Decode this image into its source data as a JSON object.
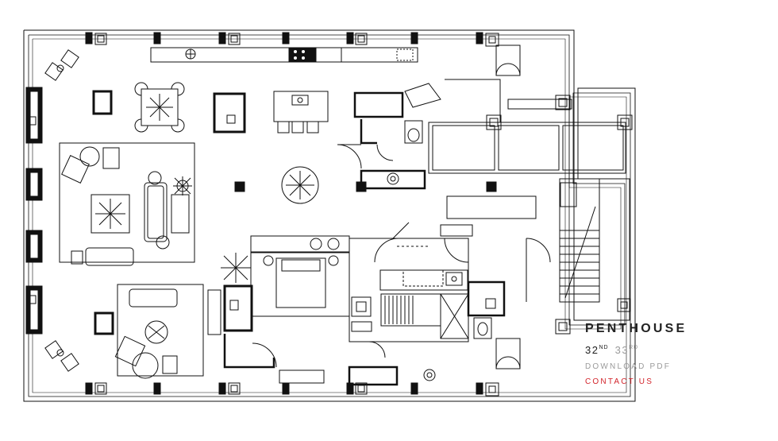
{
  "plan": {
    "name": "penthouse-floor-plan",
    "colors": {
      "ink": "#111111",
      "paper": "#ffffff",
      "accent": "#d2232a",
      "muted": "#9a9a9a"
    }
  },
  "panel": {
    "title": "PENTHOUSE",
    "floors": [
      {
        "num": "32",
        "suffix": "ND",
        "active": true
      },
      {
        "num": "33",
        "suffix": "RD",
        "active": false
      }
    ],
    "download_label": "DOWNLOAD PDF",
    "contact_label": "CONTACT US"
  }
}
